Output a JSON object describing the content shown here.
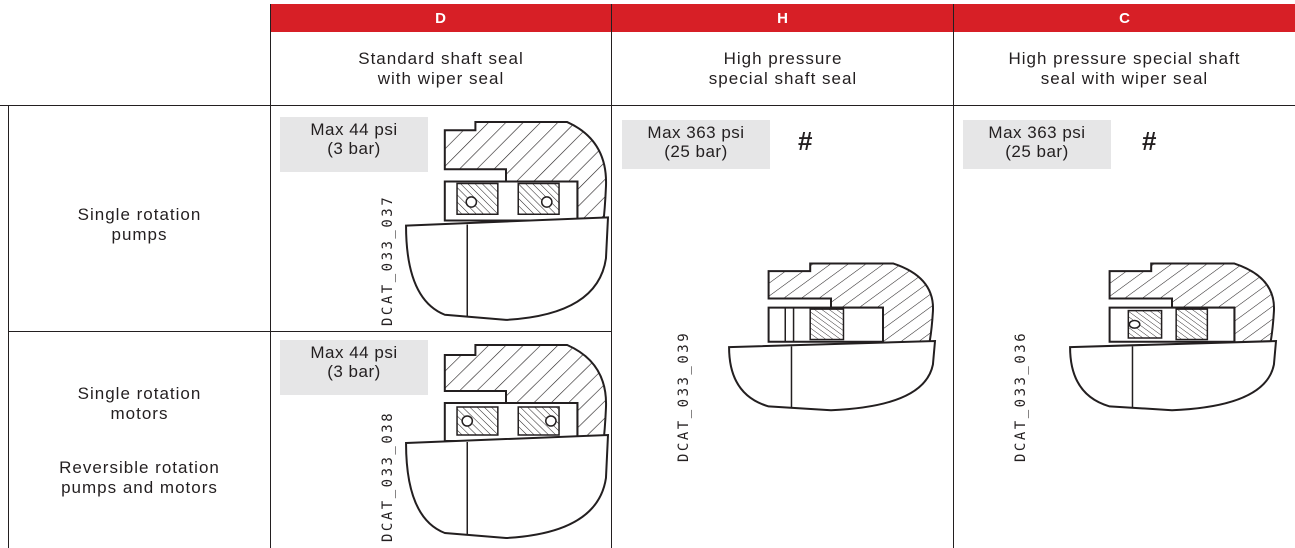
{
  "columns": [
    {
      "code": "D",
      "description": [
        "Standard shaft seal",
        "with wiper seal"
      ]
    },
    {
      "code": "H",
      "description": [
        "High pressure",
        "special shaft seal"
      ]
    },
    {
      "code": "C",
      "description": [
        "High pressure special shaft",
        "seal with wiper seal"
      ]
    }
  ],
  "rows": [
    {
      "label": [
        "Single rotation",
        "pumps"
      ]
    },
    {
      "label": [
        "Single rotation",
        "motors"
      ],
      "label2": [
        "Reversible rotation",
        "pumps and motors"
      ]
    }
  ],
  "cells": {
    "d_pumps": {
      "pressure": [
        "Max 44 psi",
        "(3 bar)"
      ],
      "drawing_code": "DCAT_033_037"
    },
    "d_motors": {
      "pressure": [
        "Max 44 psi",
        "(3 bar)"
      ],
      "drawing_code": "DCAT_033_038"
    },
    "h": {
      "pressure": [
        "Max 363 psi",
        "(25 bar)"
      ],
      "note": "#",
      "drawing_code": "DCAT_033_039"
    },
    "c": {
      "pressure": [
        "Max 363 psi",
        "(25 bar)"
      ],
      "note": "#",
      "drawing_code": "DCAT_033_036"
    }
  },
  "colors": {
    "header_bg": "#d71f26",
    "header_text": "#ffffff",
    "pressure_box": "#e6e6e7",
    "line": "#231f20"
  }
}
